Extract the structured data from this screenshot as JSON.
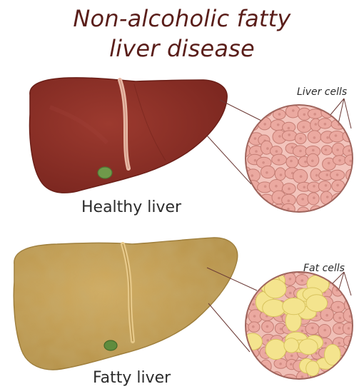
{
  "title": {
    "line1": "Non-alcoholic fatty",
    "line2": "liver disease"
  },
  "healthy": {
    "label": "Healthy liver",
    "callout": "Liver cells"
  },
  "fatty": {
    "label": "Fatty liver",
    "callout": "Fat cells"
  },
  "colors": {
    "title": "#5a1e1a",
    "healthy_liver": "#8b2f26",
    "healthy_liver_dark": "#6f2019",
    "ligament": "#e8b9a6",
    "gallbladder": "#6f9a4a",
    "liver_cell_fill": "#eba9a0",
    "liver_cell_stroke": "#c47d74",
    "fatty_liver": "#c6a257",
    "fatty_liver_dark": "#a9843c",
    "fat_cell": "#f4e48e",
    "fat_cell_stroke": "#d8c35e",
    "leader_line": "#6b3a36"
  },
  "icons": {
    "healthy_liver": "healthy-liver-icon",
    "fatty_liver": "fatty-liver-icon",
    "liver_cells": "liver-cells-magnified-icon",
    "fat_cells": "fat-cells-magnified-icon"
  }
}
